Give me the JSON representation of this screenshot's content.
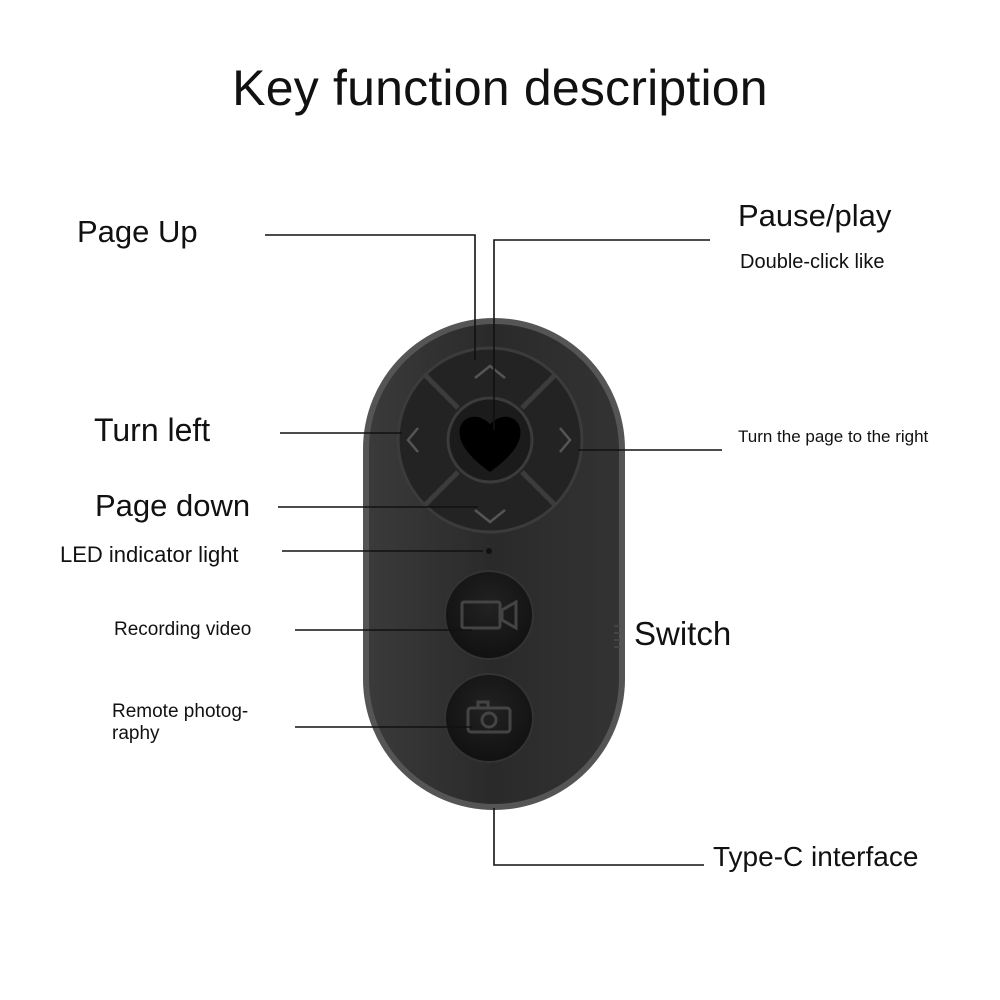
{
  "title": "Key function description",
  "labels": {
    "page_up": "Page Up",
    "pause_play": "Pause/play",
    "double_click": "Double-click like",
    "turn_left": "Turn left",
    "turn_right": "Turn the page to the right",
    "page_down": "Page down",
    "led": "LED indicator light",
    "recording_video": "Recording video",
    "switch": "Switch",
    "remote_photography": "Remote photog- raphy",
    "type_c": "Type-C interface"
  },
  "icons": [
    "up-arrow-icon",
    "down-arrow-icon",
    "left-arrow-icon",
    "right-arrow-icon",
    "heart-icon",
    "video-camera-icon",
    "camera-icon"
  ],
  "colors": {
    "device_body": "#2b2b2b",
    "device_rim": "#4a4a4a",
    "button_face": "#1a1a1a",
    "leader_line": "#111111"
  }
}
